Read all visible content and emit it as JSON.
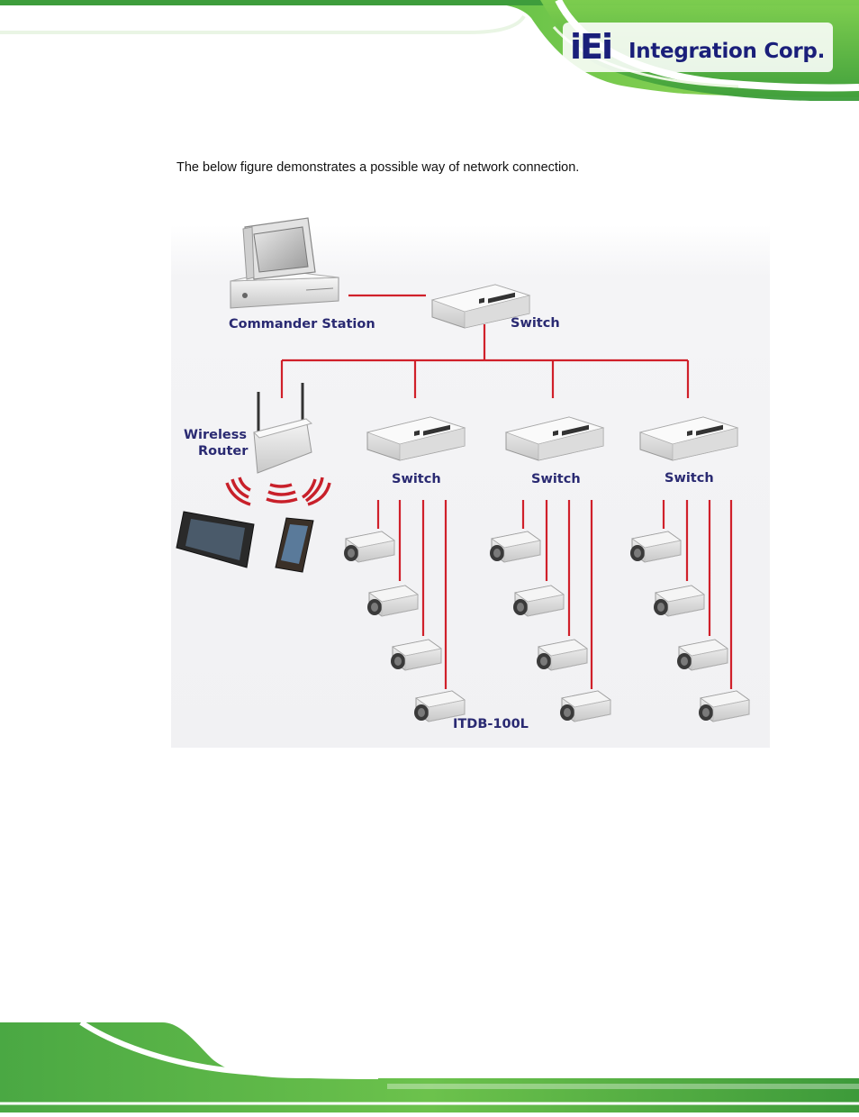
{
  "header": {
    "logo_mark": "iEi",
    "logo_text": "Integration Corp."
  },
  "intro_text": "The below figure demonstrates a possible way of network connection.",
  "diagram": {
    "commander_station": "Commander Station",
    "switch_main": "Switch",
    "wireless_router_line1": "Wireless",
    "wireless_router_line2": "Router",
    "switch_1": "Switch",
    "switch_2": "Switch",
    "switch_3": "Switch",
    "device_label": "ITDB-100L",
    "line_color": "#d0202a"
  }
}
